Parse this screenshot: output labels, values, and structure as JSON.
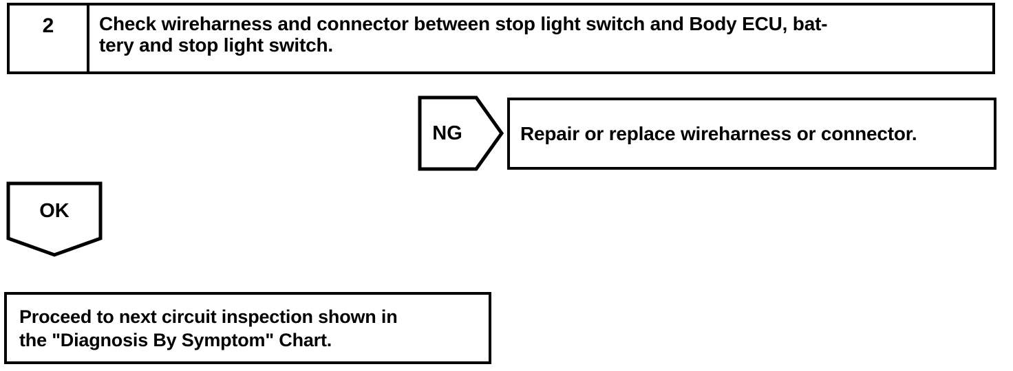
{
  "page": {
    "background_color": "#ffffff",
    "ink_color": "#000000"
  },
  "step_header": {
    "number": "2",
    "instruction_line1": "Check wireharness and connector between stop light switch and Body ECU, bat-",
    "instruction_line2": "tery and stop light switch."
  },
  "ng_branch": {
    "label": "NG",
    "action": "Repair or replace wireharness or connector."
  },
  "ok_branch": {
    "label": "OK",
    "result_line1": "Proceed to next circuit inspection shown in",
    "result_line2": "the \"Diagnosis By Symptom\" Chart."
  }
}
